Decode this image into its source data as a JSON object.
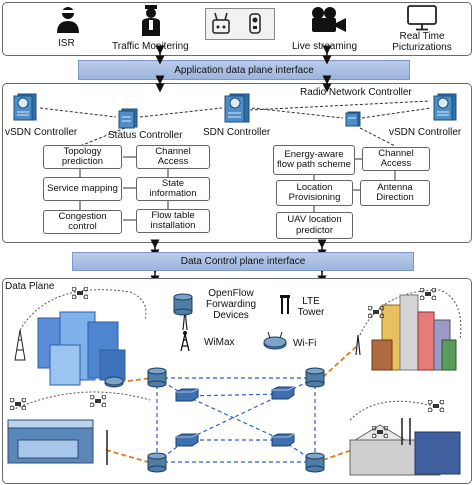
{
  "apps": {
    "isr": "ISR",
    "traffic": "Traffic Monitering",
    "live": "Live streaming",
    "realtime": "Real Time Picturizations"
  },
  "interfaces": {
    "application": "Application data plane interface",
    "data_control": "Data Control plane interface"
  },
  "control": {
    "title": "Radio Network Controller",
    "vsdn_left": "vSDN Controller",
    "status": "Status Controller",
    "sdn": "SDN Controller",
    "vsdn_right": "vSDN Controller",
    "left_boxes": {
      "topology": "Topology prediction",
      "channel_access": "Channel Access",
      "service_mapping": "Service mapping",
      "state_info": "State information",
      "congestion": "Congestion control",
      "flow_table": "Flow table installation"
    },
    "right_boxes": {
      "energy": "Energy-aware flow path scheme",
      "channel_access": "Channel Access",
      "location_prov": "Location Provisioning",
      "antenna": "Antenna Direction",
      "uav_loc": "UAV location predictor"
    }
  },
  "data_plane": {
    "title": "Data Plane",
    "legend": {
      "openflow": "OpenFlow Forwarding Devices",
      "lte": "LTE Tower",
      "wimax": "WiMax",
      "wifi": "Wi-Fi"
    }
  },
  "colors": {
    "band": "#a9bfe3",
    "switch": "#4f7da6",
    "drone_link": "#e07b1f",
    "mesh": "#2e5fd0"
  }
}
